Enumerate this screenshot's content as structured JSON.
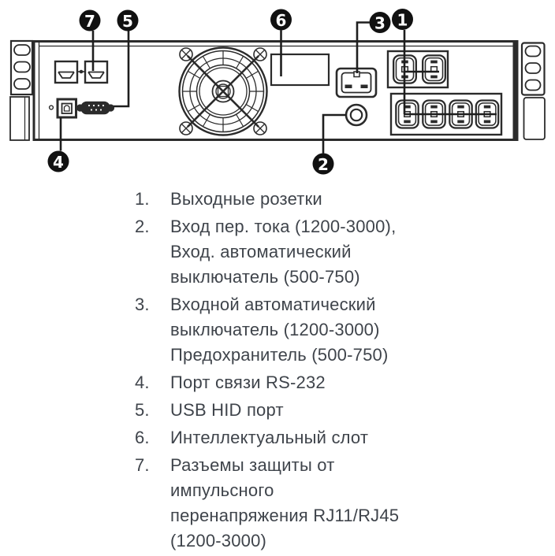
{
  "colors": {
    "line": "#2b2b2b",
    "callout_bg": "#111111",
    "callout_text": "#ffffff",
    "text": "#3f444b",
    "background": "#ffffff"
  },
  "figure": {
    "description": "UPS rear panel line diagram with numbered callouts",
    "callouts": [
      {
        "number": "1",
        "target": "output-sockets"
      },
      {
        "number": "2",
        "target": "ac-input-breaker"
      },
      {
        "number": "3",
        "target": "input-circuit-breaker-fuse"
      },
      {
        "number": "4",
        "target": "rs232-communication-port"
      },
      {
        "number": "5",
        "target": "usb-hid-port"
      },
      {
        "number": "6",
        "target": "intelligent-slot"
      },
      {
        "number": "7",
        "target": "rj11-rj45-surge-protection"
      }
    ]
  },
  "legend": {
    "items": [
      {
        "number": "1.",
        "lines": [
          "Выходные розетки"
        ]
      },
      {
        "number": "2.",
        "lines": [
          "Вход пер. тока (1200-3000),",
          "Вход. автоматический",
          "выключатель (500-750)"
        ]
      },
      {
        "number": "3.",
        "lines": [
          "Входной автоматический",
          "выключатель (1200-3000)",
          "Предохранитель (500-750)"
        ]
      },
      {
        "number": "4.",
        "lines": [
          "Порт связи RS-232"
        ]
      },
      {
        "number": "5.",
        "lines": [
          "USB HID порт"
        ]
      },
      {
        "number": "6.",
        "lines": [
          "Интеллектуальный слот"
        ]
      },
      {
        "number": "7.",
        "lines": [
          "Разъемы защиты от",
          "импульсного",
          "перенапряжения RJ11/RJ45",
          "(1200-3000)"
        ]
      }
    ]
  }
}
